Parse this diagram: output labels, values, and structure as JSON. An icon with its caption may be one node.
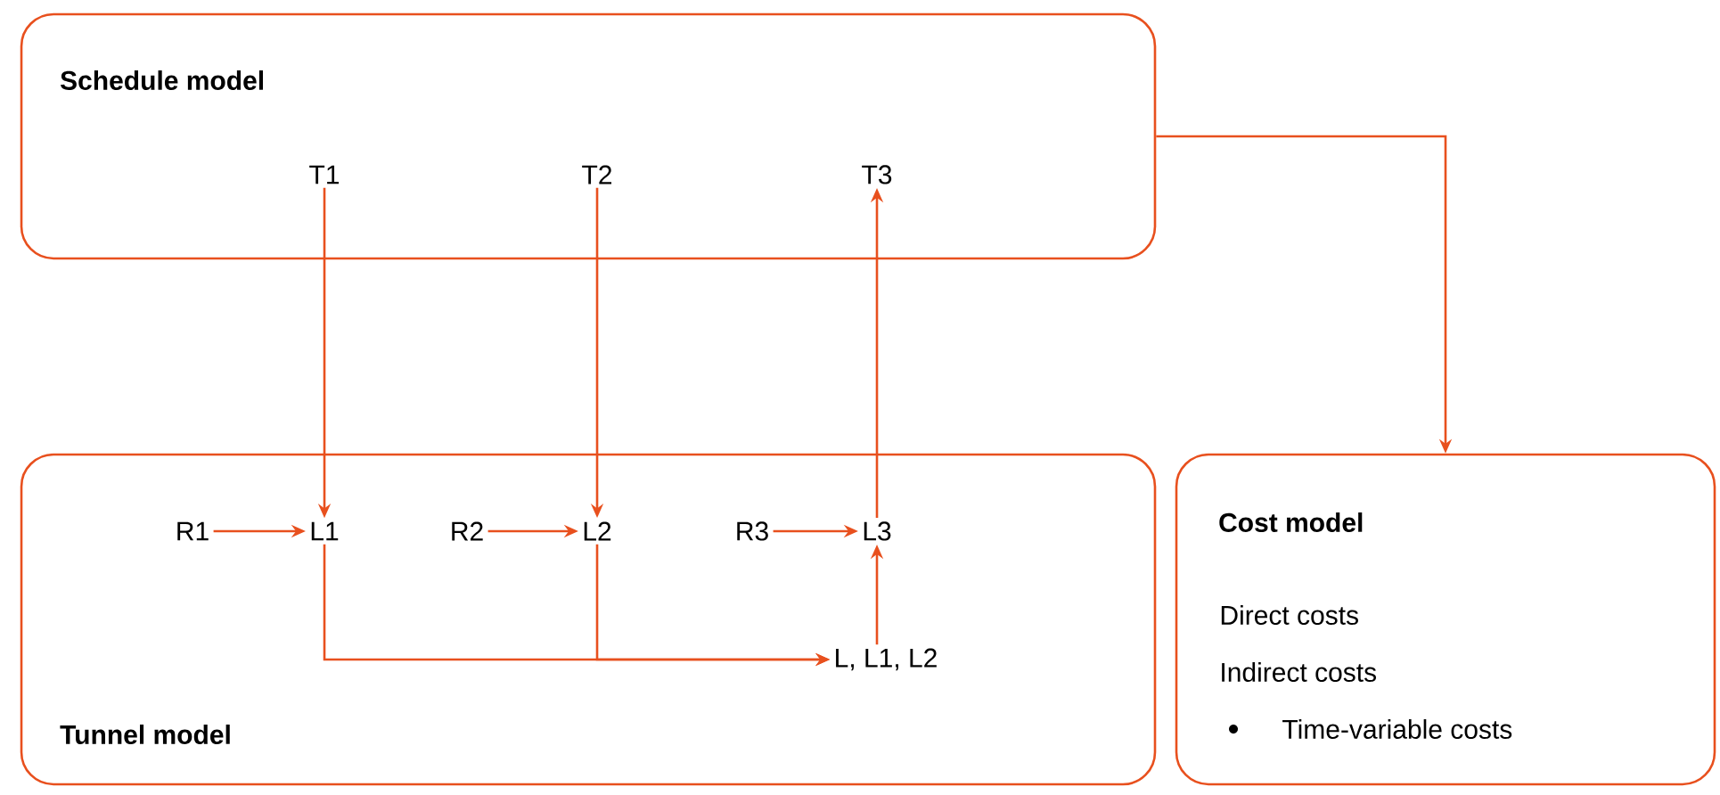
{
  "diagram": {
    "nodes": [
      {
        "text": [
          "Schedule model"
        ]
      },
      {
        "text": [
          "T1"
        ],
        "in": 0
      },
      {
        "text": [
          "T2"
        ],
        "in": 0
      },
      {
        "text": [
          "T3"
        ],
        "in": 0
      },
      {
        "text": [
          "Tunnel model"
        ]
      },
      {
        "text": [
          "R1"
        ],
        "in": 4
      },
      {
        "text": [
          "L1"
        ],
        "in": 4
      },
      {
        "text": [
          "R2"
        ],
        "in": 4
      },
      {
        "text": [
          "L2"
        ],
        "in": 4
      },
      {
        "text": [
          "R3"
        ],
        "in": 4
      },
      {
        "text": [
          "L3"
        ],
        "in": 4
      },
      {
        "text": [
          "L, L1, L2"
        ],
        "in": 4
      },
      {
        "text": [
          "Cost model",
          "Direct costs",
          "Indirect costs",
          "Time-variable costs"
        ]
      }
    ],
    "edges": [
      {
        "from": 1,
        "to": 6,
        "arrow": "to"
      },
      {
        "from": 2,
        "to": 8,
        "arrow": "to"
      },
      {
        "from": 10,
        "to": 3,
        "arrow": "to"
      },
      {
        "from": 5,
        "to": 6,
        "arrow": "to"
      },
      {
        "from": 7,
        "to": 8,
        "arrow": "to"
      },
      {
        "from": 9,
        "to": 10,
        "arrow": "to"
      },
      {
        "from": 6,
        "to": 11,
        "arrow": "to"
      },
      {
        "from": 8,
        "to": 11,
        "arrow": "to"
      },
      {
        "from": 11,
        "to": 10,
        "arrow": "to"
      },
      {
        "from": 0,
        "to": 12,
        "arrow": "to"
      }
    ]
  }
}
